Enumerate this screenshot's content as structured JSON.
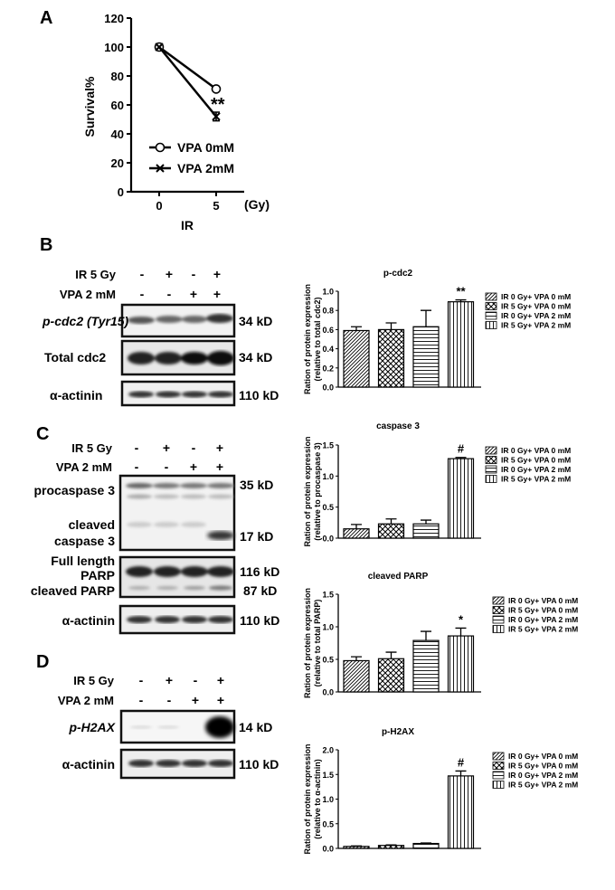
{
  "panels": {
    "A": "A",
    "B": "B",
    "C": "C",
    "D": "D"
  },
  "survival_chart": {
    "ylabel": "Survival%",
    "xlabel": "IR",
    "unit": "(Gy)",
    "legend": [
      "VPA 0mM",
      "VPA 2mM"
    ],
    "significance": "**"
  },
  "blot_B": {
    "ir_label": "IR 5 Gy",
    "vpa_label": "VPA 2 mM",
    "ir_signs": [
      "-",
      "+",
      "-",
      "+"
    ],
    "vpa_signs": [
      "-",
      "-",
      "+",
      "+"
    ],
    "rows": [
      {
        "label": "p-cdc2 (Tyr15)",
        "kd": "34 kD"
      },
      {
        "label": "Total cdc2",
        "kd": "34 kD"
      },
      {
        "label": "α-actinin",
        "kd": "110 kD"
      }
    ]
  },
  "blot_C": {
    "ir_label": "IR 5 Gy",
    "vpa_label": "VPA 2 mM",
    "ir_signs": [
      "-",
      "+",
      "-",
      "+"
    ],
    "vpa_signs": [
      "-",
      "-",
      "+",
      "+"
    ],
    "labels": {
      "procaspase": "procaspase 3",
      "cleaved1": "cleaved",
      "cleaved2": "caspase 3",
      "full1": "Full length",
      "full2": "PARP",
      "cleaved_parp": "cleaved PARP",
      "actinin": "α-actinin"
    },
    "kd": {
      "procaspase": "35 kD",
      "cleaved": "17 kD",
      "full": "116 kD",
      "cleaved_parp": "87 kD",
      "actinin": "110 kD"
    }
  },
  "blot_D": {
    "ir_label": "IR 5 Gy",
    "vpa_label": "VPA 2 mM",
    "ir_signs": [
      "-",
      "+",
      "-",
      "+"
    ],
    "vpa_signs": [
      "-",
      "-",
      "+",
      "+"
    ],
    "rows": [
      {
        "label": "p-H2AX",
        "kd": "14 kD"
      },
      {
        "label": "α-actinin",
        "kd": "110 kD"
      }
    ]
  },
  "bar_legend": [
    "IR 0 Gy+ VPA 0 mM",
    "IR 5 Gy+ VPA 0 mM",
    "IR 0 Gy+ VPA 2 mM",
    "IR 5 Gy+ VPA 2 mM"
  ],
  "chart_data": [
    {
      "type": "line",
      "x": [
        0,
        5
      ],
      "x_tick_labels": [
        "0",
        "5"
      ],
      "ylim": [
        0,
        120
      ],
      "yticks": [
        0,
        20,
        40,
        60,
        80,
        100,
        120
      ],
      "series": [
        {
          "name": "VPA 0mM",
          "values": [
            100,
            71
          ],
          "errors": [
            0,
            1
          ],
          "marker": "circle"
        },
        {
          "name": "VPA 2mM",
          "values": [
            100,
            52
          ],
          "errors": [
            0,
            3
          ],
          "marker": "x"
        }
      ],
      "ylabel": "Survival%",
      "xlabel": "IR"
    },
    {
      "type": "bar",
      "title": "p-cdc2",
      "ylabel_lines": [
        "Ration of protein expression",
        "(relative to total cdc2)"
      ],
      "ylim": [
        0,
        1.0
      ],
      "yticks": [
        "0.0",
        "0.2",
        "0.4",
        "0.6",
        "0.8",
        "1.0"
      ],
      "values": [
        0.59,
        0.6,
        0.63,
        0.89
      ],
      "errors": [
        0.04,
        0.07,
        0.17,
        0.02
      ],
      "annotations": [
        "",
        "",
        "",
        "**"
      ]
    },
    {
      "type": "bar",
      "title": "caspase 3",
      "ylabel_lines": [
        "Ration of protein expression",
        "(relative to procaspase 3)"
      ],
      "ylim": [
        0,
        1.5
      ],
      "yticks": [
        "0.0",
        "0.5",
        "1.0",
        "1.5"
      ],
      "values": [
        0.15,
        0.23,
        0.23,
        1.28
      ],
      "errors": [
        0.07,
        0.08,
        0.06,
        0.02
      ],
      "annotations": [
        "",
        "",
        "",
        "#"
      ]
    },
    {
      "type": "bar",
      "title": "cleaved PARP",
      "ylabel_lines": [
        "Ration of protein expression",
        "(relative to total PARP)"
      ],
      "ylim": [
        0,
        1.5
      ],
      "yticks": [
        "0.0",
        "0.5",
        "1.0",
        "1.5"
      ],
      "values": [
        0.48,
        0.51,
        0.79,
        0.86
      ],
      "errors": [
        0.06,
        0.1,
        0.14,
        0.12
      ],
      "annotations": [
        "",
        "",
        "",
        "*"
      ]
    },
    {
      "type": "bar",
      "title": "p-H2AX",
      "ylabel_lines": [
        "Ration of protein expression",
        "(relative to α-actinin)"
      ],
      "ylim": [
        0,
        2.0
      ],
      "yticks": [
        "0.0",
        "0.5",
        "1.0",
        "1.5",
        "2.0"
      ],
      "values": [
        0.04,
        0.06,
        0.1,
        1.47
      ],
      "errors": [
        0.01,
        0.01,
        0.01,
        0.1
      ],
      "annotations": [
        "",
        "",
        "",
        "#"
      ]
    }
  ]
}
